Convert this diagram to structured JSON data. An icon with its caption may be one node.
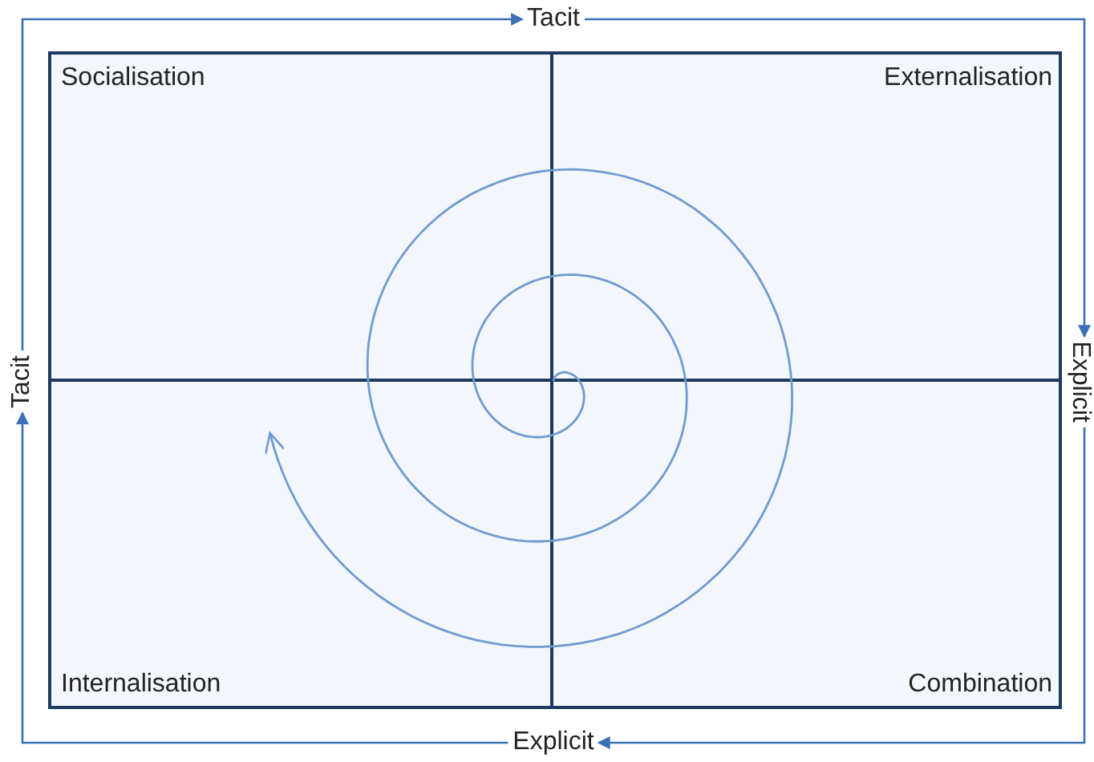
{
  "diagram": {
    "nodes": [
      {
        "text": [
          "Tacit"
        ]
      },
      {
        "text": [
          "Socialisation"
        ]
      },
      {
        "text": [
          "Externalisation"
        ]
      },
      {
        "text": [
          "Tacit"
        ]
      },
      {
        "text": [
          "Explicit"
        ]
      },
      {
        "text": [
          "Internalisation"
        ]
      },
      {
        "text": [
          "Combination"
        ]
      },
      {
        "text": [
          "Explicit"
        ]
      }
    ],
    "edges": [
      {
        "from": 3,
        "to": 0,
        "arrow": "to"
      },
      {
        "from": 0,
        "to": 4,
        "arrow": "to"
      },
      {
        "from": 4,
        "to": 7,
        "arrow": "to"
      },
      {
        "from": 7,
        "to": 3,
        "arrow": "to"
      }
    ]
  }
}
